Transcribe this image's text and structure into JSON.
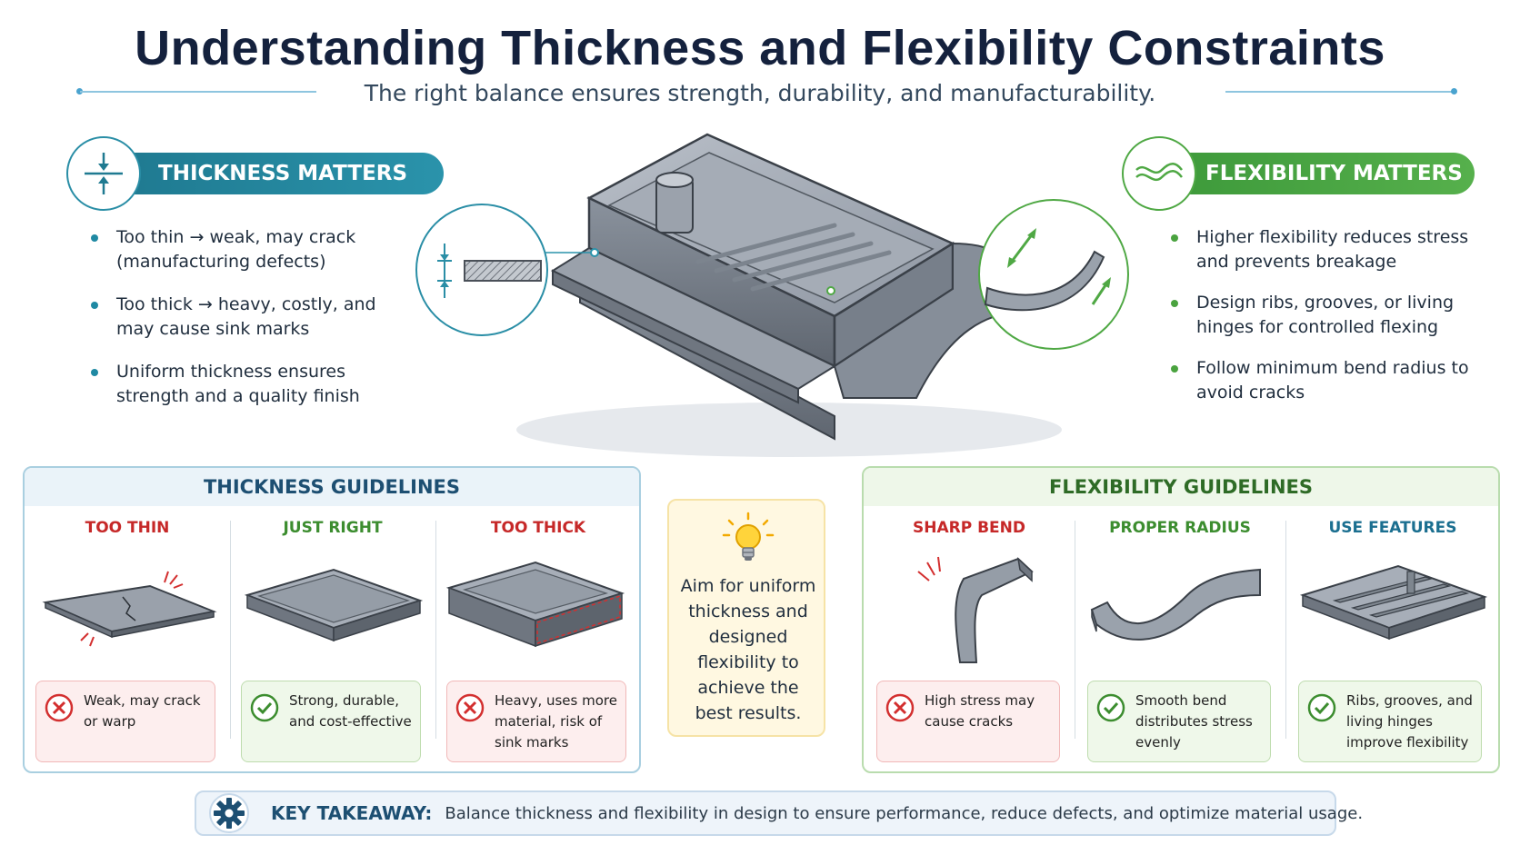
{
  "header": {
    "title": "Understanding Thickness and Flexibility Constraints",
    "subtitle": "The right balance ensures strength, durability, and manufacturability."
  },
  "thickness": {
    "heading": "THICKNESS MATTERS",
    "icon": "thickness-arrows-icon",
    "bullets": [
      "Too thin → weak, may crack (manufacturing defects)",
      "Too thick → heavy, costly, and may cause sink marks",
      "Uniform thickness ensures strength and a quality finish"
    ]
  },
  "flexibility": {
    "heading": "FLEXIBILITY MATTERS",
    "icon": "wave-lines-icon",
    "bullets": [
      "Higher flexibility reduces stress and prevents breakage",
      "Design ribs, grooves, or living hinges for controlled flexing",
      "Follow minimum bend radius to avoid cracks"
    ]
  },
  "thickness_guidelines": {
    "title": "THICKNESS GUIDELINES",
    "columns": [
      {
        "label": "TOO THIN",
        "status": "bad",
        "note": "Weak, may crack or warp"
      },
      {
        "label": "JUST RIGHT",
        "status": "good",
        "note": "Strong, durable, and cost-effective"
      },
      {
        "label": "TOO THICK",
        "status": "bad",
        "note": "Heavy, uses more material, risk of sink marks"
      }
    ]
  },
  "tip": {
    "icon": "lightbulb-icon",
    "text": "Aim for uniform thickness and designed flexibility to achieve the best results."
  },
  "flexibility_guidelines": {
    "title": "FLEXIBILITY GUIDELINES",
    "columns": [
      {
        "label": "SHARP BEND",
        "status": "bad",
        "note": "High stress may cause cracks"
      },
      {
        "label": "PROPER RADIUS",
        "status": "good",
        "note": "Smooth bend distributes stress evenly"
      },
      {
        "label": "USE FEATURES",
        "status": "good",
        "note": "Ribs, grooves, and living hinges improve flexibility"
      }
    ]
  },
  "takeaway": {
    "label": "KEY TAKEAWAY:",
    "text": "Balance thickness and flexibility in design to ensure performance, reduce defects, and optimize material usage.",
    "icon": "gear-icon"
  },
  "colors": {
    "blue_accent": "#1f7a91",
    "green_accent": "#4aa33f",
    "bad": "#c62828",
    "good": "#3c8d2f"
  }
}
